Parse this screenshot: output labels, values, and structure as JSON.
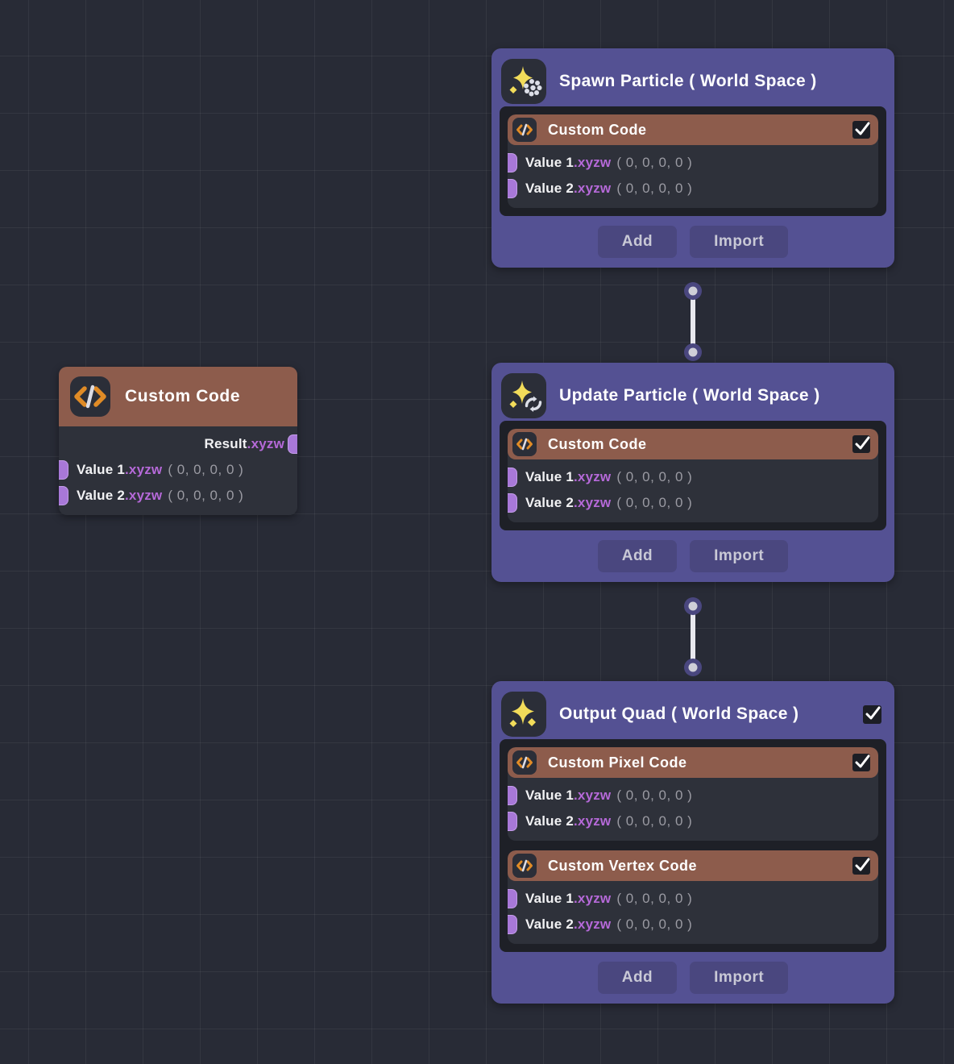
{
  "canvas": {
    "background_color": "#282b36",
    "grid_color": "#3a3e4a",
    "grid_size": 71
  },
  "theme": {
    "node_color": "#545193",
    "block_header_color": "#8d5c4c",
    "block_body_color": "#2e313a",
    "port_color": "#a878d8",
    "swizzle_text_color": "#b569d8",
    "button_color": "#4a477f",
    "link_color": "#e8e8ee",
    "icon_accent": "#f2dc5a",
    "code_icon_accent": "#e08b26"
  },
  "labels": {
    "add": "Add",
    "import": "Import",
    "value1": "Value 1",
    "value2": "Value 2",
    "result": "Result",
    "swizzle": ".xyzw",
    "vector_zero": "( 0, 0, 0, 0 )"
  },
  "standalone_node": {
    "title": "Custom Code",
    "icon": "code-brackets-icon",
    "outputs": [
      {
        "label": "Result",
        "swizzle": ".xyzw"
      }
    ],
    "inputs": [
      {
        "label": "Value 1",
        "swizzle": ".xyzw",
        "value": "( 0, 0, 0, 0 )"
      },
      {
        "label": "Value 2",
        "swizzle": ".xyzw",
        "value": "( 0, 0, 0, 0 )"
      }
    ]
  },
  "nodes": [
    {
      "title": "Spawn Particle ( World Space )",
      "icon": "sparkle-particles-icon",
      "header_checkbox": false,
      "blocks": [
        {
          "title": "Custom Code",
          "icon": "code-brackets-icon",
          "checked": true,
          "inputs": [
            {
              "label": "Value 1",
              "swizzle": ".xyzw",
              "value": "( 0, 0, 0, 0 )"
            },
            {
              "label": "Value 2",
              "swizzle": ".xyzw",
              "value": "( 0, 0, 0, 0 )"
            }
          ]
        }
      ],
      "footer": {
        "add": "Add",
        "import": "Import"
      }
    },
    {
      "title": "Update Particle ( World Space )",
      "icon": "sparkle-refresh-icon",
      "header_checkbox": false,
      "blocks": [
        {
          "title": "Custom Code",
          "icon": "code-brackets-icon",
          "checked": true,
          "inputs": [
            {
              "label": "Value 1",
              "swizzle": ".xyzw",
              "value": "( 0, 0, 0, 0 )"
            },
            {
              "label": "Value 2",
              "swizzle": ".xyzw",
              "value": "( 0, 0, 0, 0 )"
            }
          ]
        }
      ],
      "footer": {
        "add": "Add",
        "import": "Import"
      }
    },
    {
      "title": "Output Quad ( World Space )",
      "icon": "sparkle-icon",
      "header_checkbox": true,
      "header_checked": true,
      "blocks": [
        {
          "title": "Custom Pixel Code",
          "icon": "code-brackets-icon",
          "checked": true,
          "inputs": [
            {
              "label": "Value 1",
              "swizzle": ".xyzw",
              "value": "( 0, 0, 0, 0 )"
            },
            {
              "label": "Value 2",
              "swizzle": ".xyzw",
              "value": "( 0, 0, 0, 0 )"
            }
          ]
        },
        {
          "title": "Custom Vertex Code",
          "icon": "code-brackets-icon",
          "checked": true,
          "inputs": [
            {
              "label": "Value 1",
              "swizzle": ".xyzw",
              "value": "( 0, 0, 0, 0 )"
            },
            {
              "label": "Value 2",
              "swizzle": ".xyzw",
              "value": "( 0, 0, 0, 0 )"
            }
          ]
        }
      ],
      "footer": {
        "add": "Add",
        "import": "Import"
      }
    }
  ],
  "links": [
    {
      "from": "Spawn Particle ( World Space )",
      "to": "Update Particle ( World Space )"
    },
    {
      "from": "Update Particle ( World Space )",
      "to": "Output Quad ( World Space )"
    }
  ]
}
